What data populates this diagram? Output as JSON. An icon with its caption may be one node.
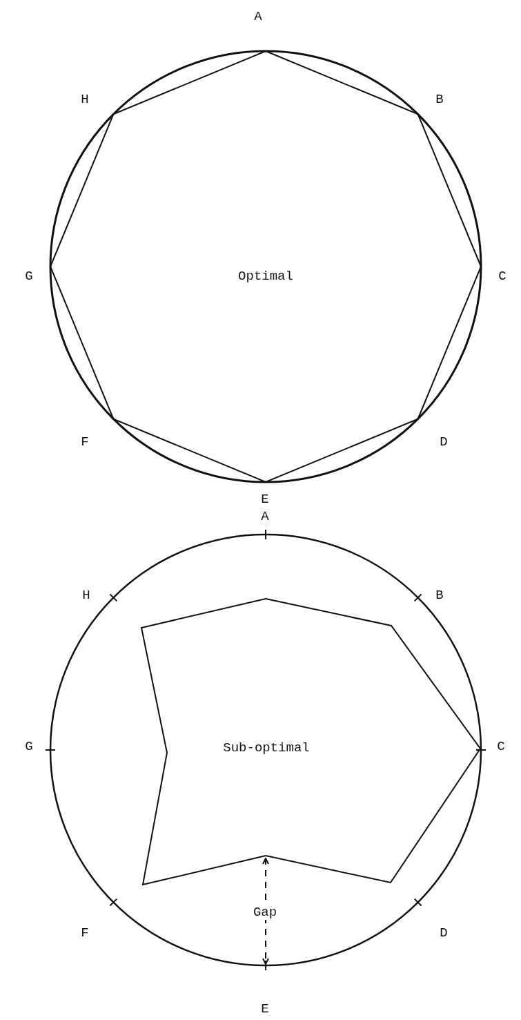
{
  "diagram": {
    "labels": [
      "A",
      "H",
      "B",
      "G",
      "Optimal",
      "C",
      "F",
      "D",
      "E",
      "A",
      "H",
      "B",
      "G",
      "Sub-optimal",
      "C",
      "F",
      "Gap",
      "D",
      "E"
    ]
  }
}
